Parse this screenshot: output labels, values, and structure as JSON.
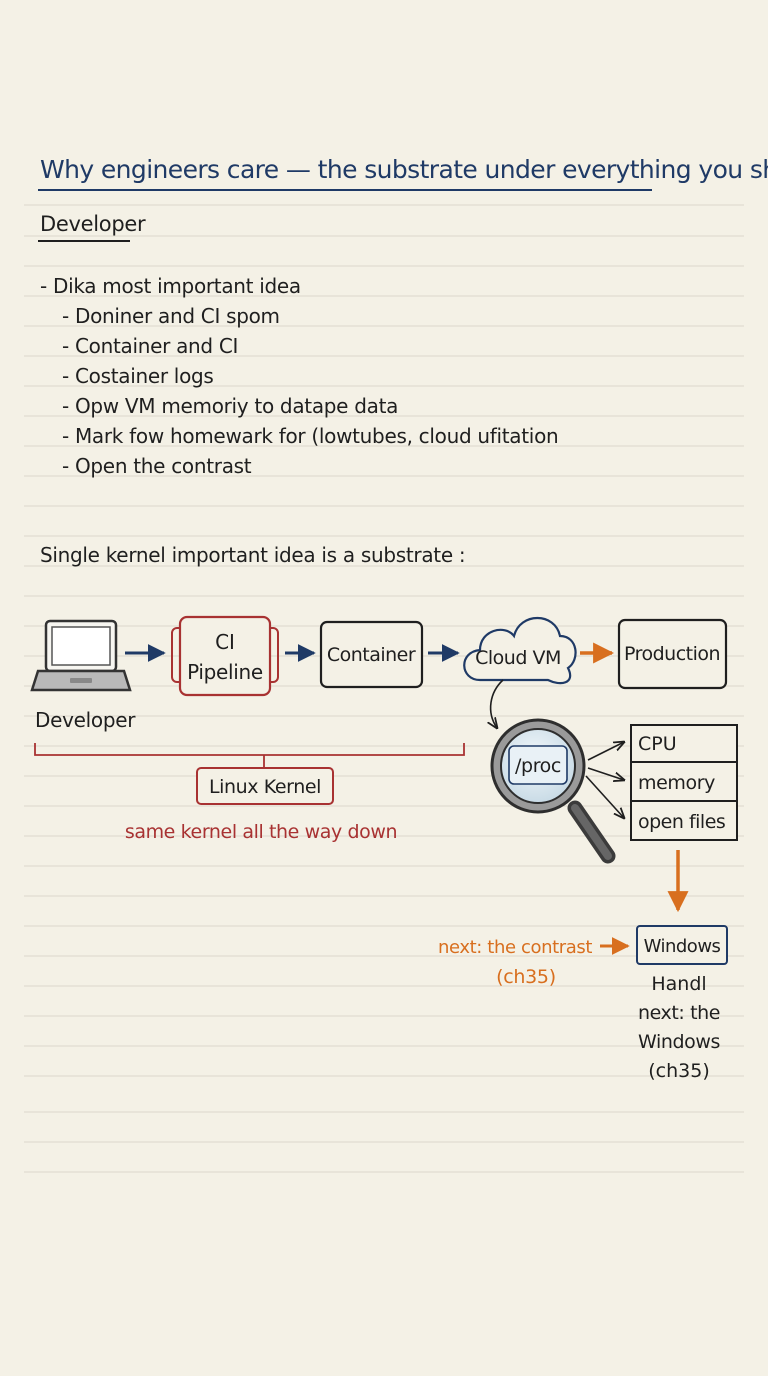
{
  "title": "Why engineers care — the substrate under everything you ship",
  "section_label": "Developer",
  "bullets": [
    "- Dika  most important idea",
    "- Doniner and CI spom",
    "- Container and CI",
    "- Costainer logs",
    "- Opw VM memoriy to datape data",
    "- Mark fow homewark for (lowtubes, cloud ufitation",
    "- Open the contrast"
  ],
  "lead": "Single kernel important idea is a substrate :",
  "diagram": {
    "developer": "Developer",
    "ci_line1": "CI",
    "ci_line2": "Pipeline",
    "container": "Container",
    "cloud_vm": "Cloud VM",
    "production": "Production",
    "linux_kernel": "Linux Kernel",
    "same_kernel": "same kernel all the way down",
    "proc": "/proc",
    "cpu": "CPU",
    "memory": "memory",
    "open_files": "open files",
    "next_contrast": "next: the contrast",
    "ch35": "(ch35)",
    "windows": "Windows",
    "handl": "Handl",
    "next_the": "next: the",
    "windows2": "Windows",
    "ch35_2": "(ch35)"
  },
  "colors": {
    "ink": "#1f1f1f",
    "navy": "#1f3a66",
    "red": "#a83232",
    "orange": "#d86f1f",
    "paper": "#f4f1e6"
  }
}
